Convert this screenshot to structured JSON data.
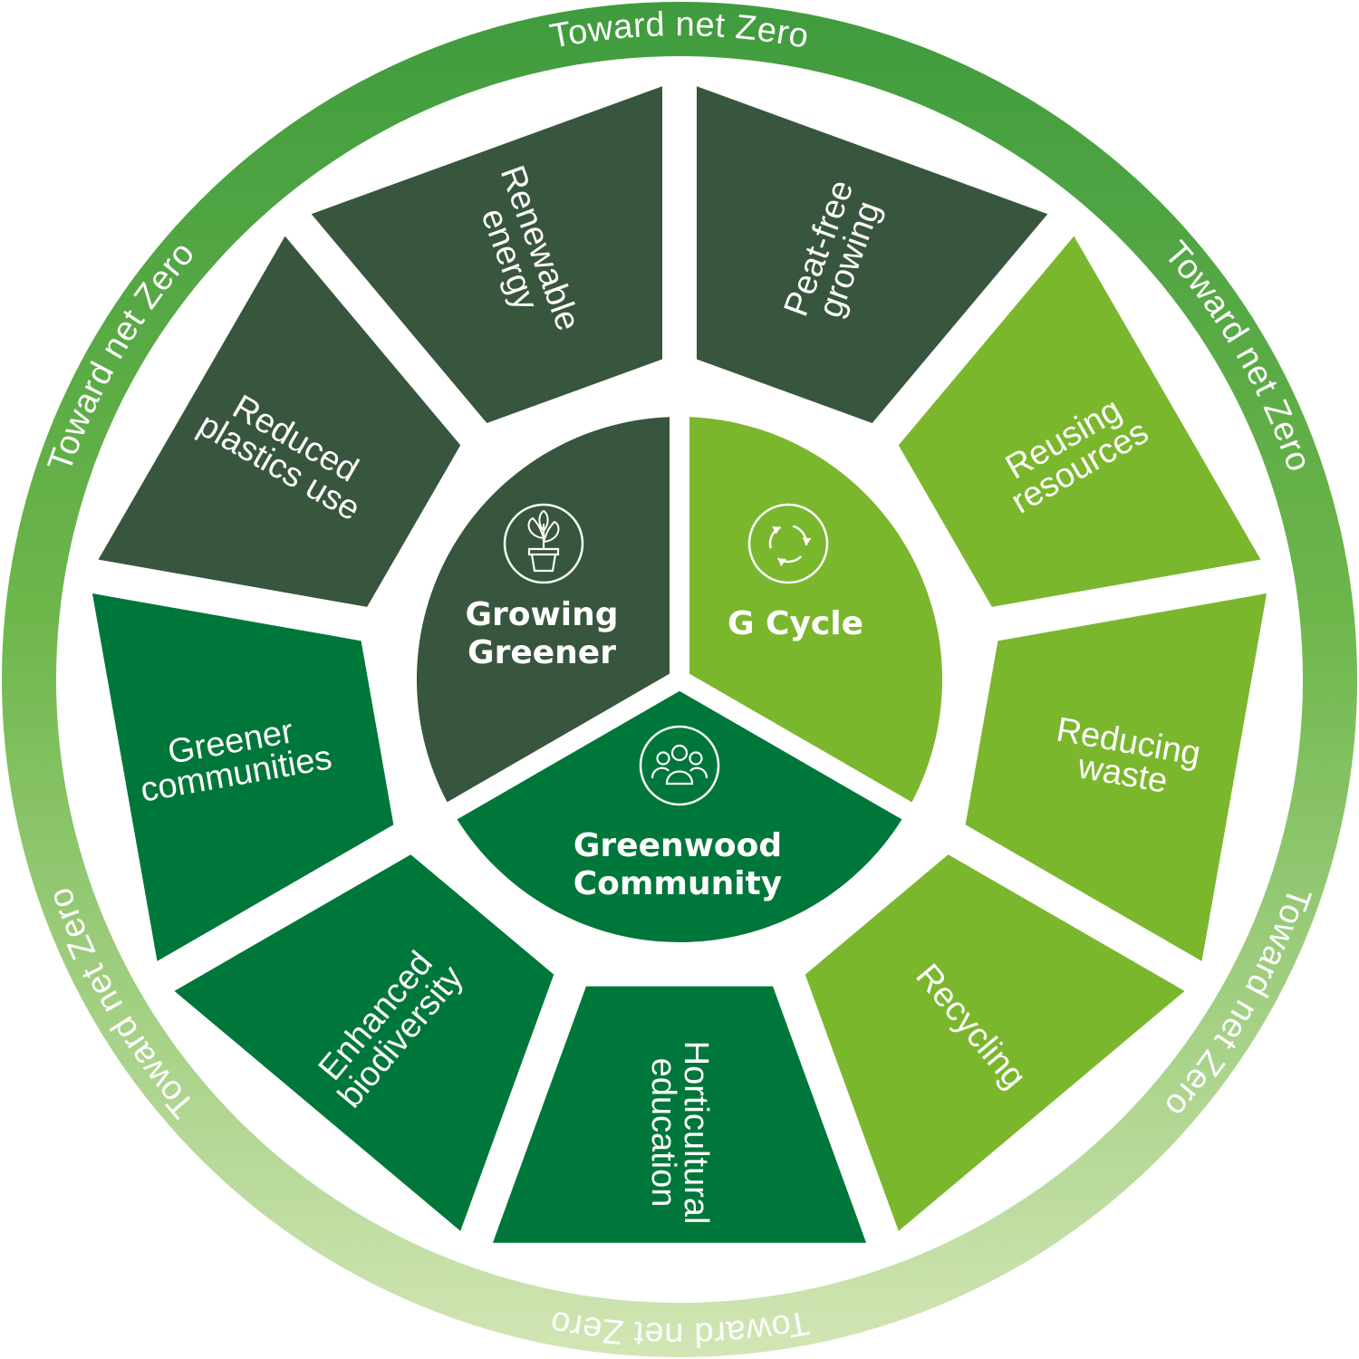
{
  "colors": {
    "dark": "#38553E",
    "lime": "#7AB72D",
    "mid": "#00773A",
    "ring_top": "#3F9B3E",
    "ring_bottom": "#D2E6B5",
    "gap": "#FFFFFF"
  },
  "ring": {
    "label": "Toward net Zero"
  },
  "core": [
    {
      "id": "growing",
      "title_lines": [
        "Growing",
        "Greener"
      ],
      "icon": "plant-pot-icon",
      "color": "dark"
    },
    {
      "id": "gcycle",
      "title_lines": [
        "G Cycle"
      ],
      "icon": "recycle-arrows-icon",
      "color": "lime"
    },
    {
      "id": "community",
      "title_lines": [
        "Greenwood",
        "Community"
      ],
      "icon": "people-group-icon",
      "color": "mid"
    }
  ],
  "segments": [
    {
      "lines": [
        "Peat-free",
        "growing"
      ],
      "group": "growing"
    },
    {
      "lines": [
        "Reusing",
        "resources"
      ],
      "group": "gcycle"
    },
    {
      "lines": [
        "Reducing",
        "waste"
      ],
      "group": "gcycle"
    },
    {
      "lines": [
        "Recycling"
      ],
      "group": "gcycle"
    },
    {
      "lines": [
        "Horticultural",
        "education"
      ],
      "group": "community"
    },
    {
      "lines": [
        "Enhanced",
        "biodiversity"
      ],
      "group": "community"
    },
    {
      "lines": [
        "Greener",
        "communities"
      ],
      "group": "community"
    },
    {
      "lines": [
        "Reduced",
        "plastics use"
      ],
      "group": "growing"
    },
    {
      "lines": [
        "Renewable",
        "energy"
      ],
      "group": "growing"
    }
  ]
}
